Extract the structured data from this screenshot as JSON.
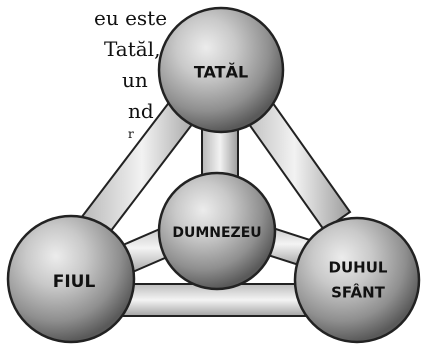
{
  "text_fragment": {
    "lines": [
      "eu este",
      "Tatăl,",
      "un",
      "nd",
      "r"
    ]
  },
  "diagram": {
    "spheres": {
      "top": "TATĂL",
      "center": "DUMNEZEU",
      "left": "FIUL",
      "right": "DUHUL\nSFÂNT"
    },
    "right_lines": [
      "DUHUL",
      "SFÂNT"
    ]
  }
}
